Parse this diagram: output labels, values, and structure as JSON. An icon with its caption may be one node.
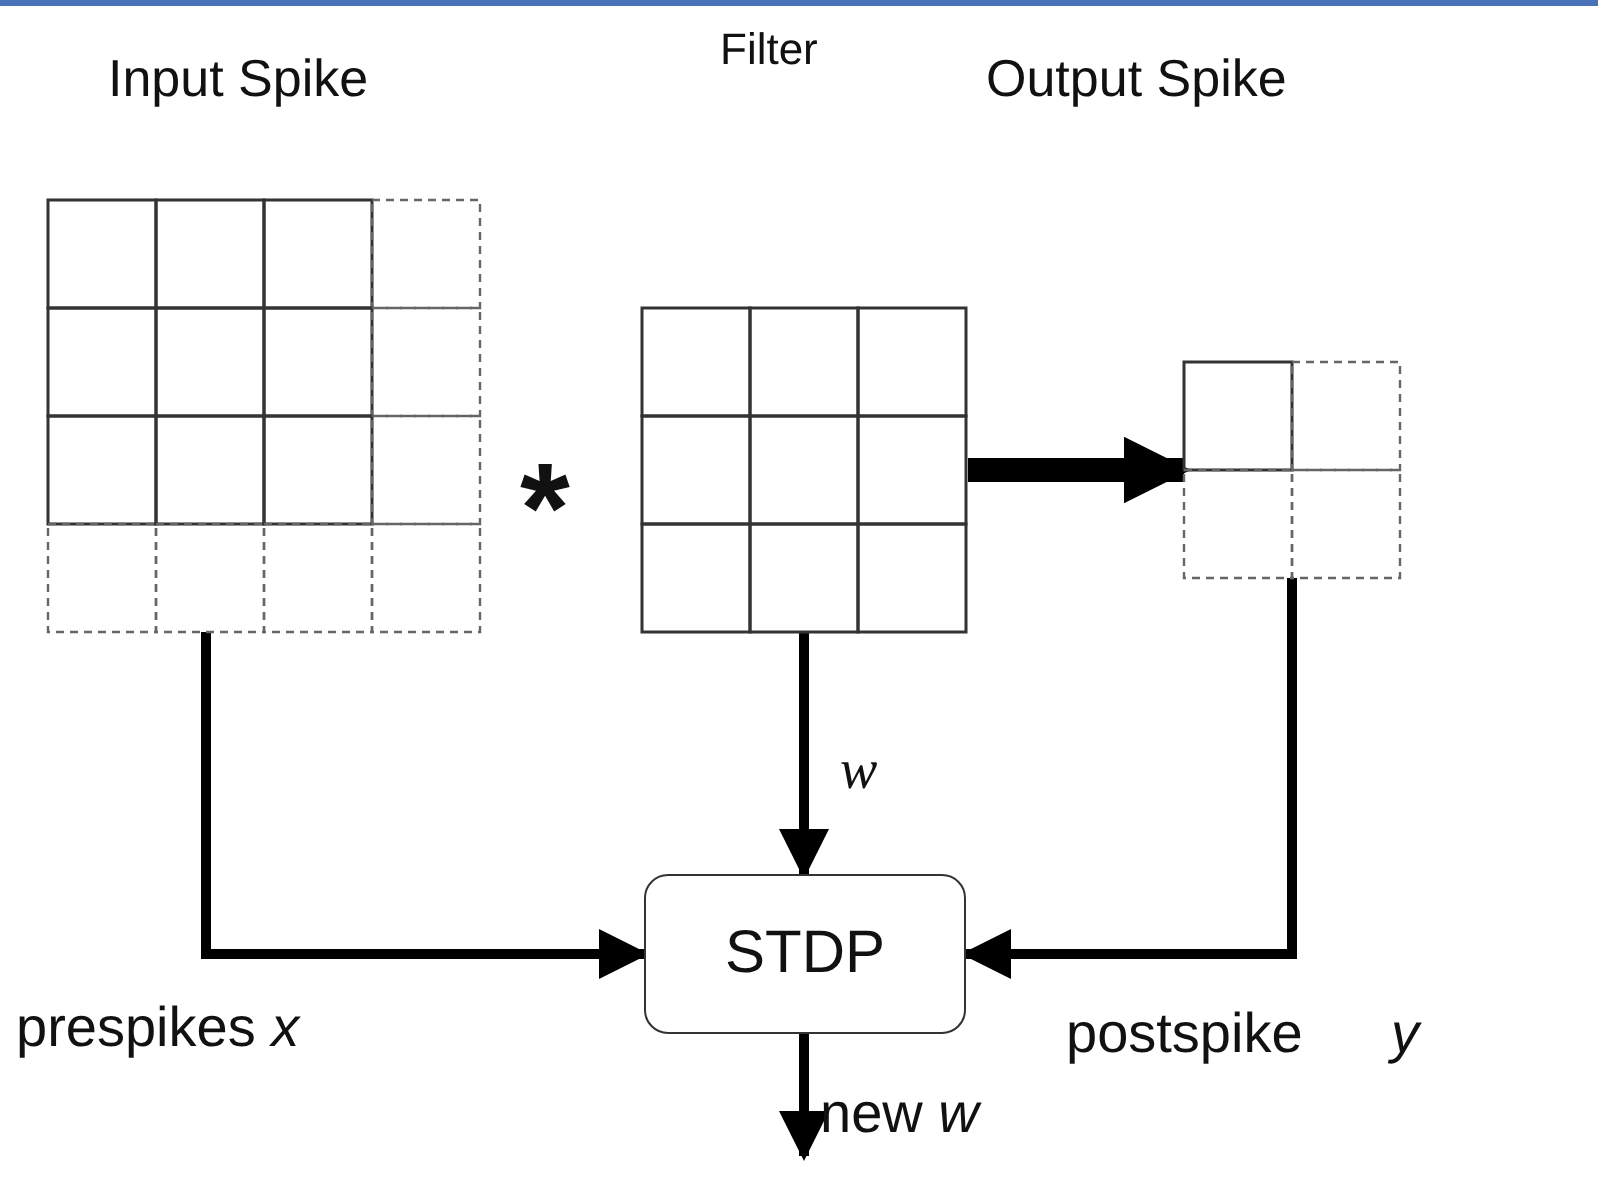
{
  "diagram": {
    "nodes": [
      {
        "text": [
          "Input Spike"
        ]
      },
      {
        "text": [
          "Filter"
        ]
      },
      {
        "text": [
          "Output Spike"
        ]
      },
      {
        "text": [
          "STDP"
        ]
      }
    ],
    "edges": [
      {
        "from": 0,
        "to": 3,
        "arrow": "to",
        "label": "prespikes *x*"
      },
      {
        "from": 1,
        "to": 3,
        "arrow": "to",
        "label": "w"
      },
      {
        "from": 2,
        "to": 3,
        "arrow": "to",
        "label": "postspike *y*"
      },
      {
        "from": 3,
        "to": null,
        "arrow": "to",
        "label": "new *w*"
      },
      {
        "from": 1,
        "to": 2,
        "arrow": "to",
        "style": "thick"
      }
    ],
    "labels": [
      "*"
    ]
  }
}
